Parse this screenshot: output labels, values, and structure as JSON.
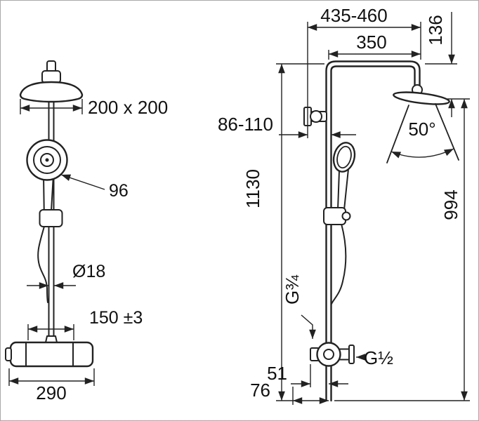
{
  "front": {
    "head_size": "200 x 200",
    "hand_shower_diameter": "96",
    "pipe_diameter": "Ø18",
    "connection_spacing": "150 ±3",
    "base_width": "290"
  },
  "side": {
    "reach": "435-460",
    "head_offset": "136",
    "arm_reach": "350",
    "bracket_distance": "86-110",
    "spray_angle": "50°",
    "total_height": "1130",
    "head_height": "994",
    "inlet_thread": "G¾",
    "outlet_thread": "G½",
    "outlet_offset_inner": "51",
    "outlet_offset_outer": "76"
  }
}
